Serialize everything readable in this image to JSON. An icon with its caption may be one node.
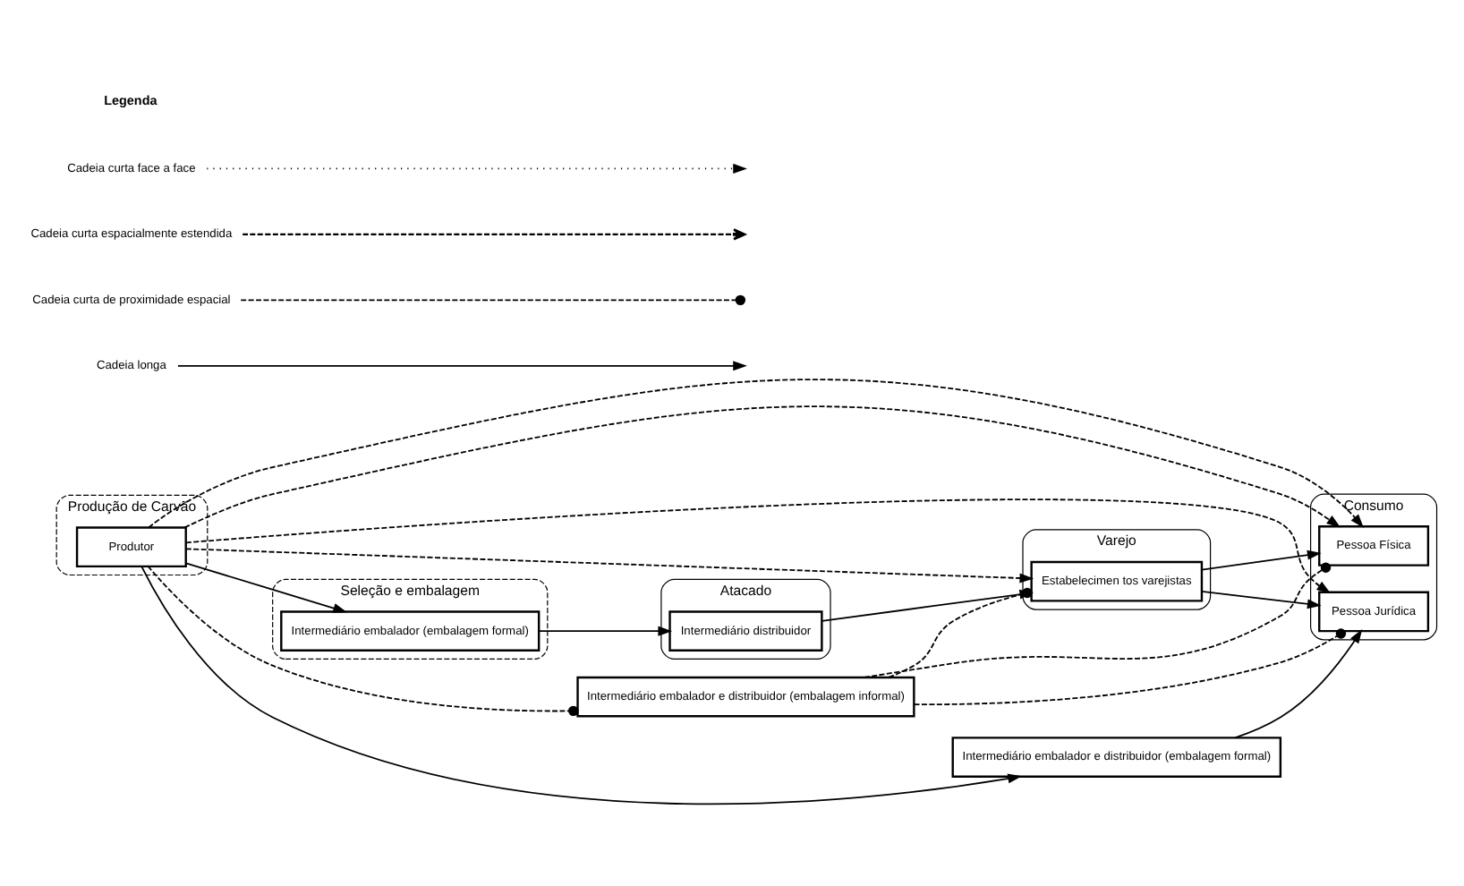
{
  "diagram": {
    "nodes": [
      {
        "text": [
          "Produção de Carvão"
        ]
      },
      {
        "text": [
          "Seleção e embalagem"
        ]
      },
      {
        "text": [
          "Atacado"
        ]
      },
      {
        "text": [
          "Varejo"
        ]
      },
      {
        "text": [
          "Consumo"
        ]
      },
      {
        "text": [
          "Produtor"
        ],
        "in": 0
      },
      {
        "text": [
          "Intermediário embalador e distribuidor (embalagem informal)"
        ]
      },
      {
        "text": [
          "Intermediário embalador (embalagem formal)"
        ],
        "in": 1
      },
      {
        "text": [
          "Intermediário distribuidor"
        ],
        "in": 2
      },
      {
        "text": [
          "Estabelecimen tos varejistas"
        ],
        "in": 3
      },
      {
        "text": [
          "Pessoa Física"
        ],
        "in": 4
      },
      {
        "text": [
          "Pessoa Jurídica"
        ],
        "in": 4
      },
      {
        "text": [
          "Intermediário embalador e distribuidor (embalagem formal)"
        ]
      }
    ],
    "edges": [
      {
        "from": 5,
        "to": 10,
        "arrow": "to",
        "style": "dashed"
      },
      {
        "from": 5,
        "to": 10,
        "arrow": "to",
        "style": "dashed"
      },
      {
        "from": 5,
        "to": 9,
        "arrow": "to",
        "style": "dashed"
      },
      {
        "from": 5,
        "to": 11,
        "arrow": "to",
        "style": "dashed"
      },
      {
        "from": 5,
        "to": 6,
        "arrow": "other",
        "style": "dashed"
      },
      {
        "from": 6,
        "to": 9,
        "arrow": "other",
        "style": "dashed"
      },
      {
        "from": 6,
        "to": 10,
        "arrow": "other",
        "style": "dashed"
      },
      {
        "from": 6,
        "to": 11,
        "arrow": "other",
        "style": "dashed"
      },
      {
        "from": 5,
        "to": 7,
        "arrow": "to"
      },
      {
        "from": 5,
        "to": 12,
        "arrow": "to"
      },
      {
        "from": 7,
        "to": 8,
        "arrow": "to"
      },
      {
        "from": 8,
        "to": 9,
        "arrow": "to"
      },
      {
        "from": 9,
        "to": 10,
        "arrow": "to"
      },
      {
        "from": 9,
        "to": 11,
        "arrow": "to"
      },
      {
        "from": 12,
        "to": 11,
        "arrow": "to"
      }
    ],
    "labels": [
      "Legenda"
    ],
    "legend": [
      {
        "text": "Cadeia curta face a face"
      },
      {
        "text": "Cadeia curta espacialmente estendida"
      },
      {
        "text": "Cadeia curta de proximidade espacial"
      },
      {
        "text": "Cadeia longa"
      }
    ]
  }
}
